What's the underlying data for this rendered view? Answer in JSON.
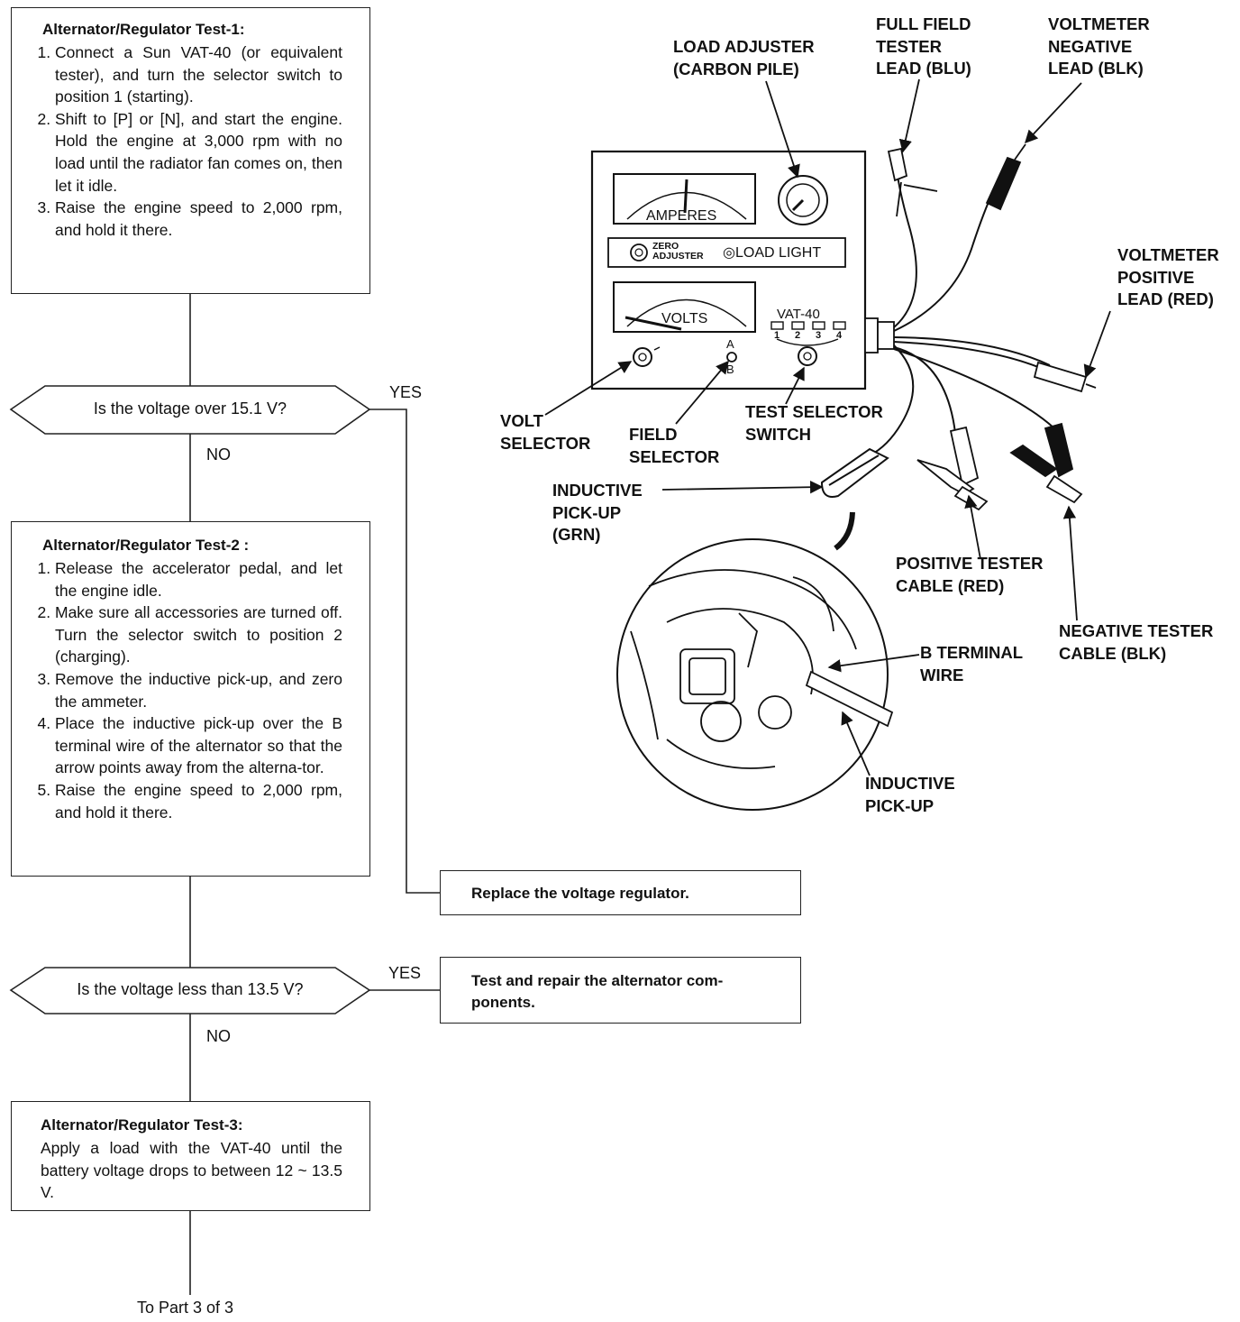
{
  "flow": {
    "test1": {
      "title": "Alternator/Regulator Test-1:",
      "steps": [
        "Connect a Sun VAT-40 (or equivalent tester), and turn the selector switch to position 1 (starting).",
        "Shift to [P] or [N], and start the engine. Hold the engine at 3,000 rpm with no load until the radiator fan comes on, then let it idle.",
        "Raise the engine speed to 2,000 rpm, and hold it there."
      ]
    },
    "decision1": {
      "question": "Is the voltage over 15.1 V?",
      "yes": "YES",
      "no": "NO"
    },
    "test2": {
      "title": "Alternator/Regulator Test-2 :",
      "steps": [
        "Release the accelerator pedal, and let the engine idle.",
        "Make sure all accessories are turned off. Turn the selector switch to position 2 (charging).",
        "Remove the inductive pick-up, and zero the ammeter.",
        "Place the inductive pick-up over the B terminal wire of the alternator so that the arrow points away from the alterna-tor.",
        "Raise the engine speed to 2,000 rpm, and hold it there."
      ]
    },
    "action1": "Replace the voltage regulator.",
    "decision2": {
      "question": "Is the voltage less than 13.5 V?",
      "yes": "YES",
      "no": "NO"
    },
    "action2": "Test and repair the alternator com-ponents.",
    "test3": {
      "title": "Alternator/Regulator Test-3:",
      "body": "Apply a load with the VAT-40 until the battery voltage drops to between 12 ~ 13.5 V."
    },
    "continuation": "To Part 3 of 3"
  },
  "tester": {
    "meter1": "AMPERES",
    "zero_adjuster": "ZERO ADJUSTER",
    "load_light": "LOAD LIGHT",
    "meter2": "VOLTS",
    "model": "VAT-40",
    "positions": [
      "1",
      "2",
      "3",
      "4"
    ],
    "field_a": "A",
    "field_b": "B"
  },
  "labels": {
    "load_adjuster": "LOAD ADJUSTER\n(CARBON PILE)",
    "full_field": "FULL FIELD\nTESTER\nLEAD (BLU)",
    "volt_neg": "VOLTMETER\nNEGATIVE\nLEAD (BLK)",
    "volt_pos": "VOLTMETER\nPOSITIVE\nLEAD (RED)",
    "volt_selector": "VOLT\nSELECTOR",
    "field_selector": "FIELD\nSELECTOR",
    "test_selector": "TEST SELECTOR\nSWITCH",
    "inductive_grn": "INDUCTIVE\nPICK-UP\n(GRN)",
    "pos_cable": "POSITIVE TESTER\nCABLE (RED)",
    "neg_cable": "NEGATIVE TESTER\nCABLE (BLK)",
    "b_terminal": "B TERMINAL\nWIRE",
    "inductive_pickup": "INDUCTIVE\nPICK-UP"
  }
}
